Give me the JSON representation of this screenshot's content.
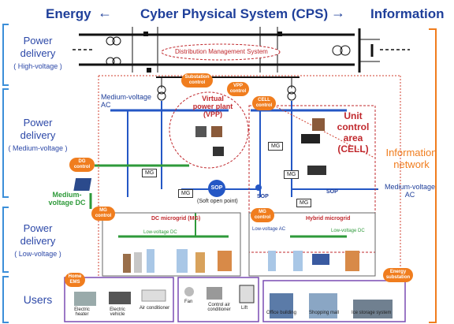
{
  "header": {
    "left": "Energy",
    "center": "Cyber Physical System (CPS)",
    "right": "Information"
  },
  "side_labels": [
    {
      "title": "Power delivery",
      "sub": "( High-voltage )"
    },
    {
      "title": "Power delivery",
      "sub": "( Medium-voltage )"
    },
    {
      "title": "Power delivery",
      "sub": "( Low-voltage )"
    },
    {
      "title": "Users",
      "sub": ""
    }
  ],
  "right_label": "Information network",
  "dms": "Distribution Management System",
  "pills": {
    "substation": "Substation control",
    "vpp": "VPP control",
    "cell": "CELL control",
    "dg": "DG control",
    "mg_left": "MG control",
    "mg_right": "MG control",
    "home": "Home EMS",
    "energy": "Energy substation"
  },
  "labels": {
    "mv_ac": "Medium-voltage AC",
    "vpp_title": "Virtual power plant (VPP)",
    "cell_title": "Unit control area (CELL)",
    "mv_dc": "Medium-voltage DC",
    "mv_ac_right": "Medium-voltage AC",
    "sop": "SOP",
    "sop_open": "(Soft open point)",
    "sop2": "SOP",
    "sop3": "SOP",
    "dc_microgrid": "DC microgrid (MG)",
    "hybrid": "Hybrid microgrid",
    "lv_dc": "Low-voltage DC",
    "lv_ac": "Low-voltage AC",
    "lv_dc2": "Low-voltage DC",
    "mg1": "MG",
    "mg2": "MG",
    "mg3": "MG",
    "mg4": "MG",
    "mg5": "MG"
  },
  "users": {
    "left": [
      "Electric heater",
      "Electric vehicle",
      "Air conditioner"
    ],
    "mid": [
      "Fan",
      "Control air conditioner",
      "Lift"
    ],
    "right": [
      "Office building",
      "Shopping mall",
      "Ice storage system"
    ]
  },
  "colors": {
    "blue": "#1f3f9a",
    "accent": "#3c8fd9",
    "orange": "#f07d1e",
    "red": "#c0282d",
    "green": "#2e9a3a"
  }
}
